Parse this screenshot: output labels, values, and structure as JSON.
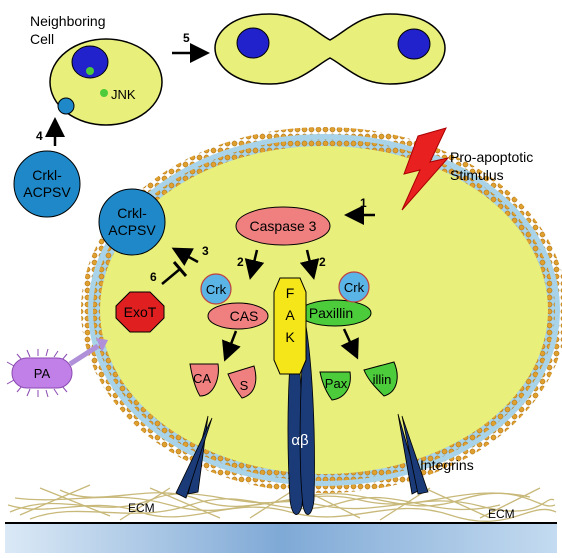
{
  "labels": {
    "neighboring_cell_line1": "Neighboring",
    "neighboring_cell_line2": "Cell",
    "jnk": "JNK",
    "step5": "5",
    "step4": "4",
    "step1": "1",
    "step2a": "2",
    "step2b": "2",
    "step3": "3",
    "step6": "6",
    "crkl_acpsv_outside_line1": "Crkl-",
    "crkl_acpsv_outside_line2": "ACPSV",
    "crkl_acpsv_inside_line1": "Crkl-",
    "crkl_acpsv_inside_line2": "ACPSV",
    "stimulus_line1": "Pro-apoptotic",
    "stimulus_line2": "Stimulus",
    "caspase3": "Caspase 3",
    "crk_left": "Crk",
    "crk_right": "Crk",
    "cas": "CAS",
    "paxillin": "Paxillin",
    "fak_f": "F",
    "fak_a": "A",
    "fak_k": "K",
    "exot": "ExoT",
    "pa": "PA",
    "ca_fragment": "CA",
    "s_fragment": "S",
    "pax_fragment": "Pax",
    "illin_fragment": "illin",
    "alpha_beta": "αβ",
    "integrins": "Integrins",
    "ecm_left": "ECM",
    "ecm_right": "ECM"
  },
  "colors": {
    "cytoplasm": "#e8ef7a",
    "nucleus": "#2222cc",
    "crkl": "#1e88c8",
    "caspase": "#f08080",
    "crk": "#5ab4e6",
    "paxillin": "#4ccc3a",
    "fak": "#f5e61a",
    "exot": "#e02020",
    "pa": "#c080e8",
    "integrin": "#1a3a78",
    "lightning": "#e82020",
    "membrane_head": "#e0a030"
  }
}
